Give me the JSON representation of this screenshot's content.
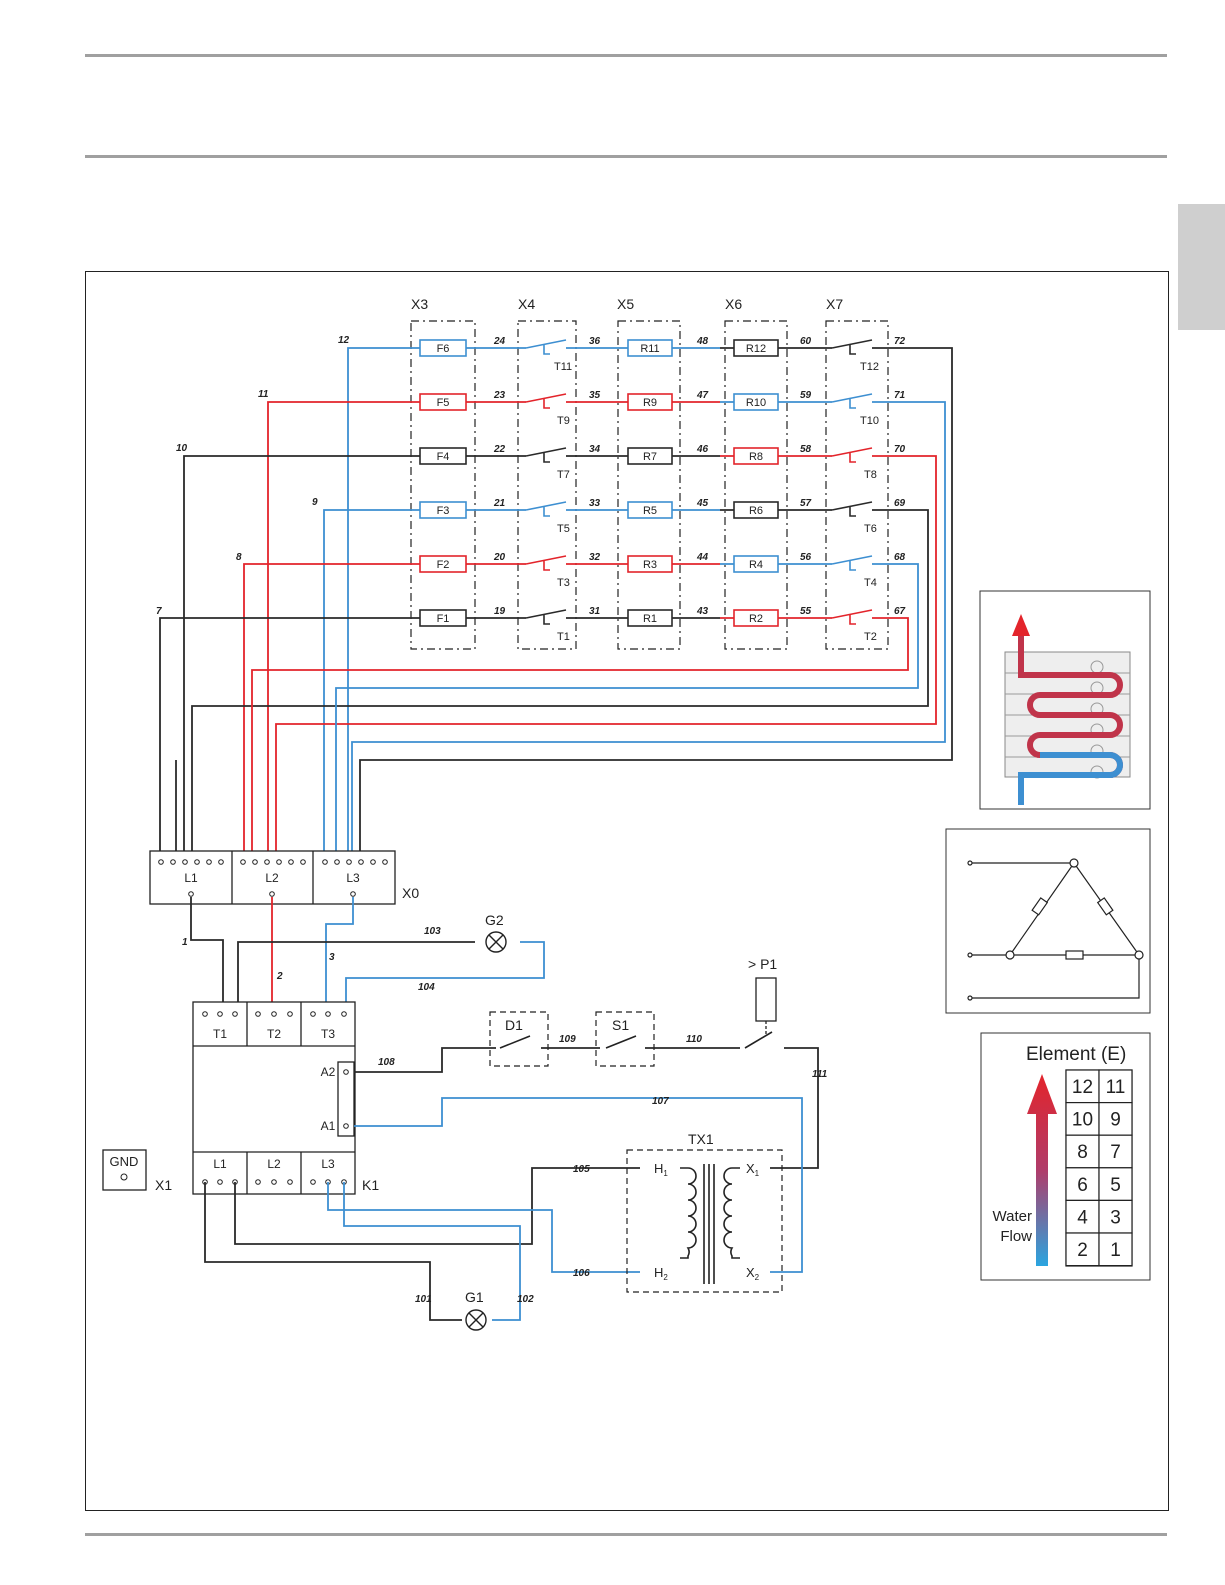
{
  "colors": {
    "red": "#e3242b",
    "blue": "#3d8fd1",
    "black": "#2a2a2a",
    "rule": "#a0a0a0",
    "tab": "#cfcfcf"
  },
  "terminals": {
    "x3": "X3",
    "x4": "X4",
    "x5": "X5",
    "x6": "X6",
    "x7": "X7",
    "x0": "X0",
    "x1": "X1"
  },
  "fuses": [
    "F6",
    "F5",
    "F4",
    "F3",
    "F2",
    "F1"
  ],
  "thermostats": [
    "T11",
    "T9",
    "T7",
    "T5",
    "T3",
    "T1"
  ],
  "elements_a": [
    "R11",
    "R9",
    "R7",
    "R5",
    "R3",
    "R1"
  ],
  "elements_b": [
    "R12",
    "R10",
    "R8",
    "R6",
    "R4",
    "R2"
  ],
  "thermostats_b": [
    "T12",
    "T10",
    "T8",
    "T6",
    "T4",
    "T2"
  ],
  "wire_numbers": {
    "w1": "1",
    "w2": "2",
    "w3": "3",
    "w7": "7",
    "w8": "8",
    "w9": "9",
    "w10": "10",
    "w11": "11",
    "w12": "12",
    "rows": [
      [
        "24",
        "36",
        "48",
        "60",
        "72"
      ],
      [
        "23",
        "35",
        "47",
        "59",
        "71"
      ],
      [
        "22",
        "34",
        "46",
        "58",
        "70"
      ],
      [
        "21",
        "33",
        "45",
        "57",
        "69"
      ],
      [
        "20",
        "32",
        "44",
        "56",
        "68"
      ],
      [
        "19",
        "31",
        "43",
        "55",
        "67"
      ]
    ],
    "w101": "101",
    "w102": "102",
    "w103": "103",
    "w104": "104",
    "w105": "105",
    "w106": "106",
    "w107": "107",
    "w108": "108",
    "w109": "109",
    "w110": "110",
    "w111": "111"
  },
  "pins": {
    "p1": "1",
    "p2": "2",
    "p3": "3"
  },
  "phases": {
    "l1": "L1",
    "l2": "L2",
    "l3": "L3",
    "t1": "T1",
    "t2": "T2",
    "t3": "T3",
    "a1": "A1",
    "a2": "A2"
  },
  "components": {
    "g1": "G1",
    "g2": "G2",
    "k1": "K1",
    "d1": "D1",
    "s1": "S1",
    "p1": "> P1",
    "tx1": "TX1",
    "gnd": "GND",
    "h1": "H",
    "h2": "H",
    "x1": "X",
    "x2": "X",
    "sub1": "1",
    "sub2": "2"
  },
  "legend": {
    "title": "Element (E)",
    "flow_label_1": "Water",
    "flow_label_2": "Flow",
    "grid": [
      [
        "12",
        "11"
      ],
      [
        "10",
        "9"
      ],
      [
        "8",
        "7"
      ],
      [
        "6",
        "5"
      ],
      [
        "4",
        "3"
      ],
      [
        "2",
        "1"
      ]
    ]
  }
}
